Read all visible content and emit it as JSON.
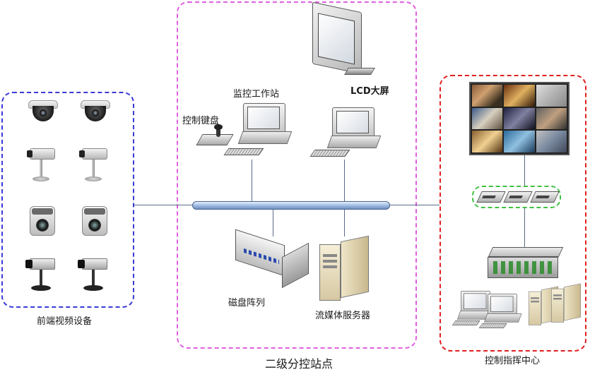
{
  "labels": {
    "front_devices": "前端视频设备",
    "monitor_station": "监控工作站",
    "lcd_screen": "LCD大屏",
    "control_keyboard": "控制键盘",
    "disk_array": "磁盘阵列",
    "streaming_server": "流媒体服务器",
    "sub_control_station": "二级分控站点",
    "command_center": "控制指挥中心"
  },
  "colors": {
    "front_group_border": "#3a3ad8",
    "sub_station_border": "#e060e0",
    "command_center_border": "#e02020",
    "encoder_group_border": "#40c040",
    "bus": "#9ab8e0"
  },
  "icons": {
    "front_devices": [
      "dome-camera-icon",
      "box-camera-icon",
      "cube-camera-icon",
      "bullet-camera-icon"
    ],
    "sub_station": [
      "pc-icon",
      "lcd-monitor-icon",
      "keyboard-controller-icon",
      "disk-array-icon",
      "server-icon"
    ],
    "command_center": [
      "video-wall-icon",
      "encoder-icon",
      "network-switch-icon",
      "pc-icon",
      "server-icon"
    ]
  }
}
